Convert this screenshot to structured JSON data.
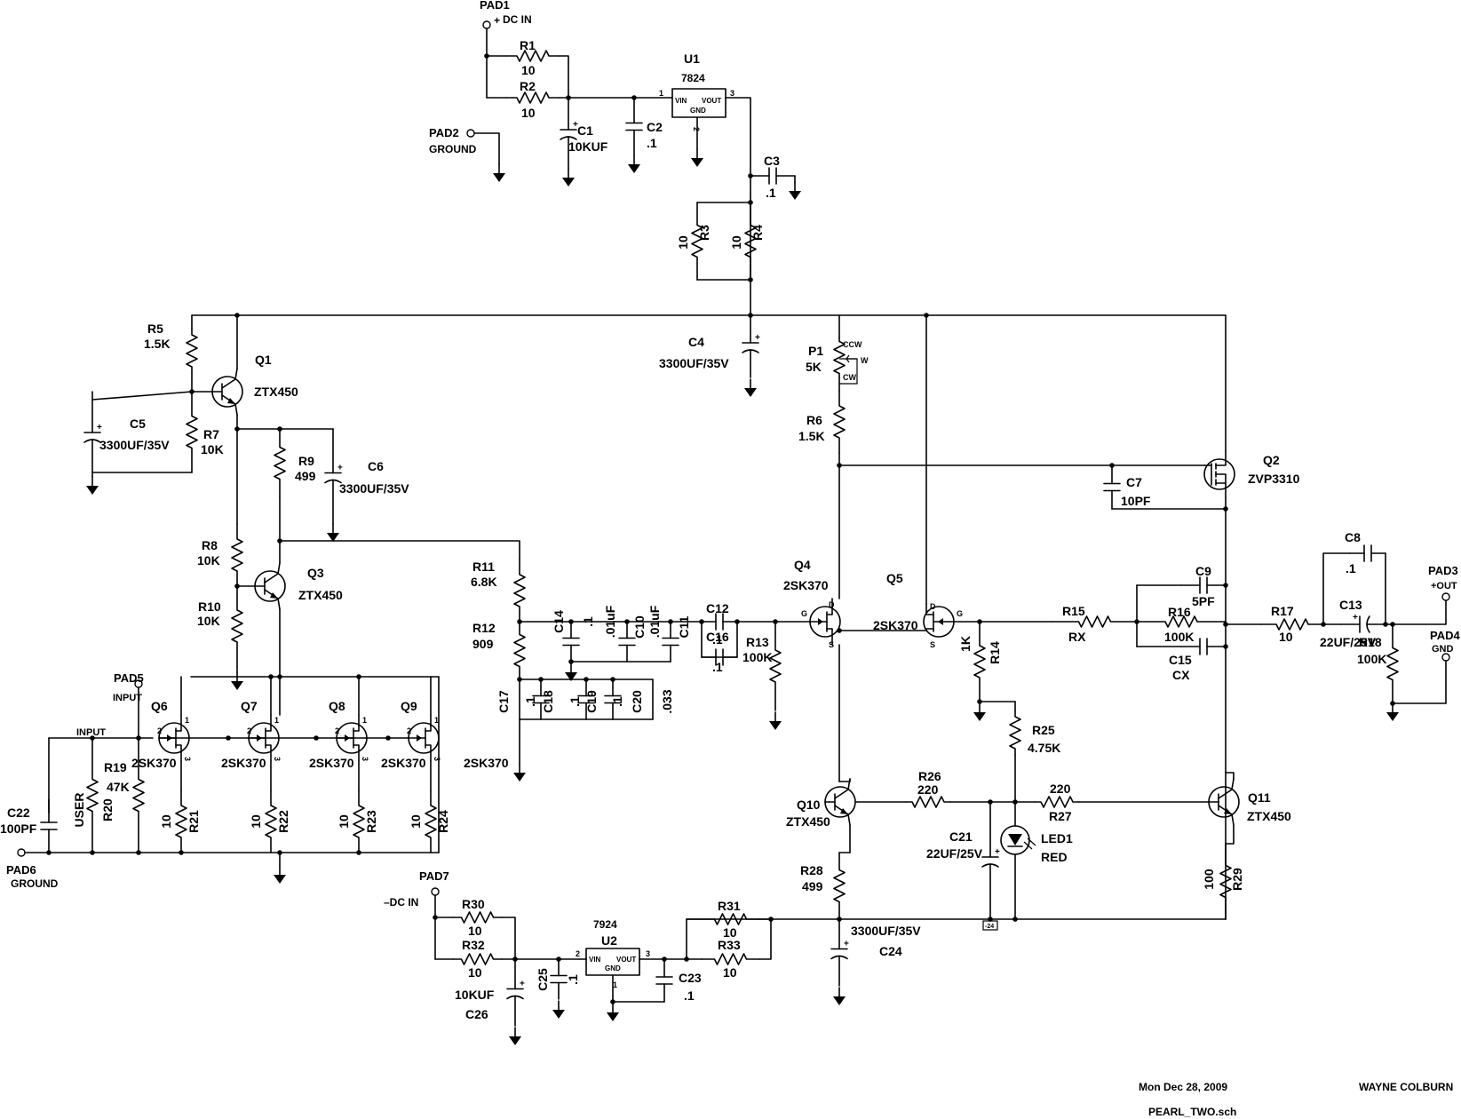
{
  "components": {
    "pad1": {
      "ref": "PAD1",
      "label": "DC IN",
      "plus": "+"
    },
    "pad2": {
      "ref": "PAD2",
      "label": "GROUND"
    },
    "pad3": {
      "ref": "PAD3",
      "label": "+OUT"
    },
    "pad4": {
      "ref": "PAD4",
      "label": "GND"
    },
    "pad5": {
      "ref": "PAD5",
      "label": "INPUT"
    },
    "pad6": {
      "ref": "PAD6",
      "label": "GROUND"
    },
    "pad7": {
      "ref": "PAD7",
      "label": "–DC IN"
    },
    "u1": {
      "ref": "U1",
      "value": "7824",
      "pin_vin": "VIN",
      "pin_vout": "VOUT",
      "pin_gnd": "GND",
      "p1": "1",
      "p2": "2",
      "p3": "3"
    },
    "u2": {
      "ref": "U2",
      "value": "7924",
      "pin_vin": "VIN",
      "pin_vout": "VOUT",
      "pin_gnd": "GND",
      "p1": "1",
      "p2": "2",
      "p3": "3"
    },
    "r1": {
      "ref": "R1",
      "value": "10"
    },
    "r2": {
      "ref": "R2",
      "value": "10"
    },
    "r3": {
      "ref": "R3",
      "value": "10"
    },
    "r4": {
      "ref": "R4",
      "value": "10"
    },
    "r5": {
      "ref": "R5",
      "value": "1.5K"
    },
    "r6": {
      "ref": "R6",
      "value": "1.5K"
    },
    "r7": {
      "ref": "R7",
      "value": "10K"
    },
    "r8": {
      "ref": "R8",
      "value": "10K"
    },
    "r9": {
      "ref": "R9",
      "value": "499"
    },
    "r10": {
      "ref": "R10",
      "value": "10K"
    },
    "r11": {
      "ref": "R11",
      "value": "6.8K"
    },
    "r12": {
      "ref": "R12",
      "value": "909"
    },
    "r13": {
      "ref": "R13",
      "value": "100K"
    },
    "r14": {
      "ref": "R14",
      "value": "1K"
    },
    "r15": {
      "ref": "R15",
      "value": "RX"
    },
    "r16": {
      "ref": "R16",
      "value": "100K"
    },
    "r17": {
      "ref": "R17",
      "value": "10"
    },
    "r18": {
      "ref": "R18",
      "value": "100K"
    },
    "r19": {
      "ref": "R19",
      "value": "47K"
    },
    "r20": {
      "ref": "R20",
      "value": "USER"
    },
    "r21": {
      "ref": "R21",
      "value": "10"
    },
    "r22": {
      "ref": "R22",
      "value": "10"
    },
    "r23": {
      "ref": "R23",
      "value": "10"
    },
    "r24": {
      "ref": "R24",
      "value": "10"
    },
    "r25": {
      "ref": "R25",
      "value": "4.75K"
    },
    "r26": {
      "ref": "R26",
      "value": "220"
    },
    "r27": {
      "ref": "R27",
      "value": "220"
    },
    "r28": {
      "ref": "R28",
      "value": "499"
    },
    "r29": {
      "ref": "R29",
      "value": "100"
    },
    "r30": {
      "ref": "R30",
      "value": "10"
    },
    "r31": {
      "ref": "R31",
      "value": "10"
    },
    "r32": {
      "ref": "R32",
      "value": "10"
    },
    "r33": {
      "ref": "R33",
      "value": "10"
    },
    "c1": {
      "ref": "C1",
      "value": "10KUF"
    },
    "c2": {
      "ref": "C2",
      "value": ".1"
    },
    "c3": {
      "ref": "C3",
      "value": ".1"
    },
    "c4": {
      "ref": "C4",
      "value": "3300UF/35V"
    },
    "c5": {
      "ref": "C5",
      "value": "3300UF/35V"
    },
    "c6": {
      "ref": "C6",
      "value": "3300UF/35V"
    },
    "c7": {
      "ref": "C7",
      "value": "10PF"
    },
    "c8": {
      "ref": "C8",
      "value": ".1"
    },
    "c9": {
      "ref": "C9",
      "value": "5PF"
    },
    "c10": {
      "ref": "C10",
      "value": ".01uF"
    },
    "c11": {
      "ref": "C11",
      "value": ".01uF"
    },
    "c12": {
      "ref": "C12",
      "value": ".1"
    },
    "c13": {
      "ref": "C13",
      "value": "22UF/25V"
    },
    "c14": {
      "ref": "C14",
      "value": ".1"
    },
    "c15": {
      "ref": "C15",
      "value": "CX"
    },
    "c16": {
      "ref": "C16",
      "value": ".1"
    },
    "c17": {
      "ref": "C17",
      "value": ".1"
    },
    "c18": {
      "ref": "C18",
      "value": ".1"
    },
    "c19": {
      "ref": "C19",
      "value": ".1"
    },
    "c20": {
      "ref": "C20",
      "value": ".033"
    },
    "c21": {
      "ref": "C21",
      "value": "22UF/25V"
    },
    "c22": {
      "ref": "C22",
      "value": "100PF"
    },
    "c23": {
      "ref": "C23",
      "value": ".1"
    },
    "c24": {
      "ref": "C24",
      "value": "3300UF/35V"
    },
    "c25": {
      "ref": "C25",
      "value": ".1"
    },
    "c26": {
      "ref": "C26",
      "value": "10KUF"
    },
    "p1": {
      "ref": "P1",
      "value": "5K",
      "ccw": "CCW",
      "cw": "CW",
      "w": "W"
    },
    "q1": {
      "ref": "Q1",
      "value": "ZTX450"
    },
    "q2": {
      "ref": "Q2",
      "value": "ZVP3310"
    },
    "q3": {
      "ref": "Q3",
      "value": "ZTX450"
    },
    "q4": {
      "ref": "Q4",
      "value": "2SK370",
      "g": "G",
      "d": "D",
      "s": "S"
    },
    "q5": {
      "ref": "Q5",
      "value": "2SK370",
      "g": "G",
      "d": "D",
      "s": "S"
    },
    "q6": {
      "ref": "Q6",
      "value": "2SK370",
      "p1": "1",
      "p2": "2",
      "p3": "3"
    },
    "q7": {
      "ref": "Q7",
      "value": "2SK370",
      "p1": "1",
      "p2": "2",
      "p3": "3"
    },
    "q8": {
      "ref": "Q8",
      "value": "2SK370",
      "p1": "1",
      "p2": "2",
      "p3": "3"
    },
    "q9": {
      "ref": "Q9",
      "value": "2SK370",
      "p1": "1",
      "p2": "2",
      "p3": "3"
    },
    "q10": {
      "ref": "Q10",
      "value": "ZTX450"
    },
    "q11": {
      "ref": "Q11",
      "value": "ZTX450"
    },
    "led1": {
      "ref": "LED1",
      "value": "RED"
    }
  },
  "net_labels": {
    "input": "INPUT",
    "v24": "-24"
  },
  "title_block": {
    "date": "Mon Dec 28, 2009",
    "author": "WAYNE COLBURN",
    "filename": "PEARL_TWO.sch"
  }
}
